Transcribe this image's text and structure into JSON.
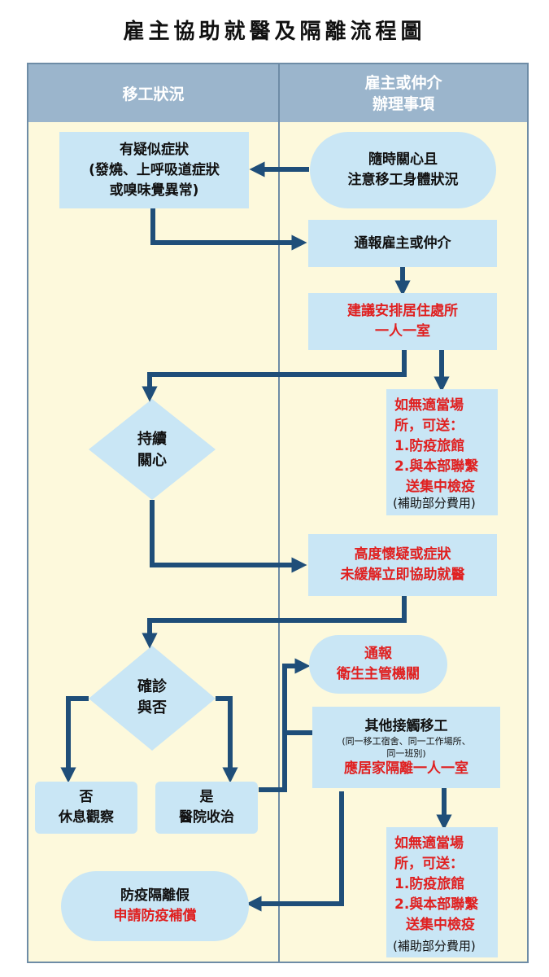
{
  "title": "雇主協助就醫及隔離流程圖",
  "columns": {
    "left": "移工狀況",
    "right": [
      "雇主或仲介",
      "辦理事項"
    ]
  },
  "nodes": {
    "concern": [
      "隨時關心且",
      "注意移工身體狀況"
    ],
    "symptoms": [
      "有疑似症狀",
      "(發燒、上呼吸道症狀",
      "或嗅味覺異常)"
    ],
    "notify_employer": "通報雇主或仲介",
    "single_room": [
      "建議安排居住處所",
      "一人一室"
    ],
    "alt1": [
      "如無適當場",
      "所，可送：",
      "1.防疫旅館",
      "2.與本部聯繫",
      "送集中檢疫"
    ],
    "alt1_note": "(補助部分費用)",
    "keep_caring": [
      "持續",
      "關心"
    ],
    "high_suspicion": [
      "高度懷疑或症狀",
      "未緩解立即協助就醫"
    ],
    "confirmed": [
      "確診",
      "與否"
    ],
    "no": [
      "否",
      "休息觀察"
    ],
    "yes": [
      "是",
      "醫院收治"
    ],
    "notify_health": [
      "通報",
      "衛生主管機關"
    ],
    "contacts_title": "其他接觸移工",
    "contacts_note": [
      "(同一移工宿舍、同一工作場所、",
      "同一班別)"
    ],
    "contacts_action": "應居家隔離一人一室",
    "alt2": [
      "如無適當場",
      "所，可送：",
      "1.防疫旅館",
      "2.與本部聯繫",
      "送集中檢疫"
    ],
    "alt2_note": "(補助部分費用)",
    "leave": [
      "防疫隔離假",
      "申請防疫補償"
    ]
  },
  "colors": {
    "header": "#9bb5cc",
    "box": "#c9e6f5",
    "lane": "#fdf9dc",
    "arrow": "#1f4e79",
    "emphasis": "#e02020"
  }
}
